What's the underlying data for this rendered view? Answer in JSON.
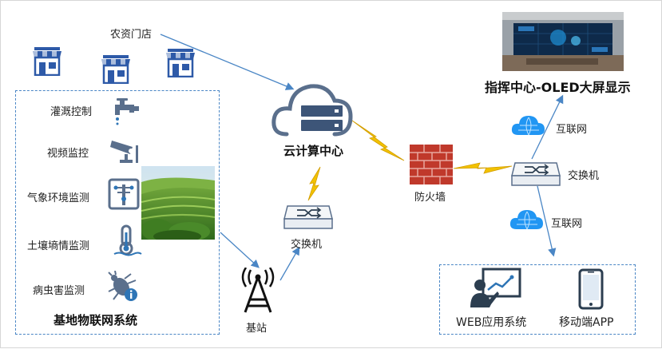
{
  "labels": {
    "store": "农资门店",
    "command_center": "指挥中心-OLED大屏显示",
    "cloud": "云计算中心",
    "firewall": "防火墙",
    "switch_right": "交换机",
    "switch_center": "交换机",
    "internet_top": "互联网",
    "internet_bottom": "互联网",
    "base_station": "基站",
    "iot_system": "基地物联网系统",
    "web_system": "WEB应用系统",
    "mobile_app": "移动端APP"
  },
  "sensors": [
    {
      "label": "灌溉控制",
      "icon": "faucet-icon"
    },
    {
      "label": "视频监控",
      "icon": "cctv-camera-icon"
    },
    {
      "label": "气象环境监测",
      "icon": "weather-station-icon"
    },
    {
      "label": "土壤墒情监测",
      "icon": "thermometer-icon"
    },
    {
      "label": "病虫害监测",
      "icon": "bug-icon"
    }
  ],
  "colors": {
    "accent_blue": "#2e75b6",
    "icon_gray": "#5a6f8c",
    "dashed_border": "#4a86c5",
    "lightning": "#f2c200",
    "firewall_red": "#c0392b",
    "cloud_blue": "#2196f3"
  }
}
